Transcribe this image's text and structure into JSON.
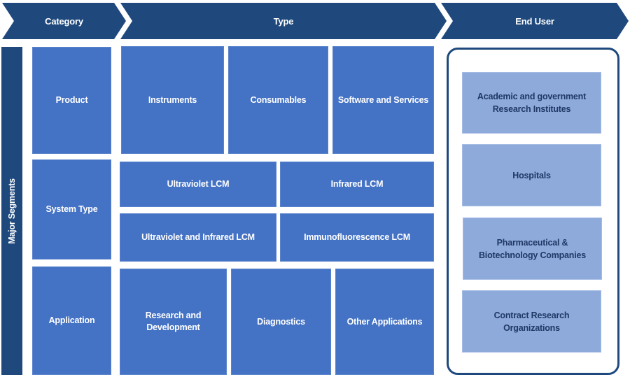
{
  "header": {
    "category": "Category",
    "type": "Type",
    "end_user": "End User"
  },
  "side_label": "Major Segments",
  "rows": {
    "product": {
      "category": "Product",
      "types": [
        "Instruments",
        "Consumables",
        "Software and Services"
      ]
    },
    "system_type": {
      "category": "System Type",
      "types": [
        "Ultraviolet LCM",
        "Infrared LCM",
        "Ultraviolet and Infrared LCM",
        "Immunofluorescence LCM"
      ]
    },
    "application": {
      "category": "Application",
      "types": [
        "Research and Development",
        "Diagnostics",
        "Other Applications"
      ]
    }
  },
  "end_users": [
    "Academic and government Research Institutes",
    "Hospitals",
    "Pharmaceutical & Biotechnology Companies",
    "Contract Research Organizations"
  ],
  "colors": {
    "header": "#1f497d",
    "box": "#4472c4",
    "end_user_box": "#8eaadb",
    "end_user_text": "#1f3864"
  }
}
